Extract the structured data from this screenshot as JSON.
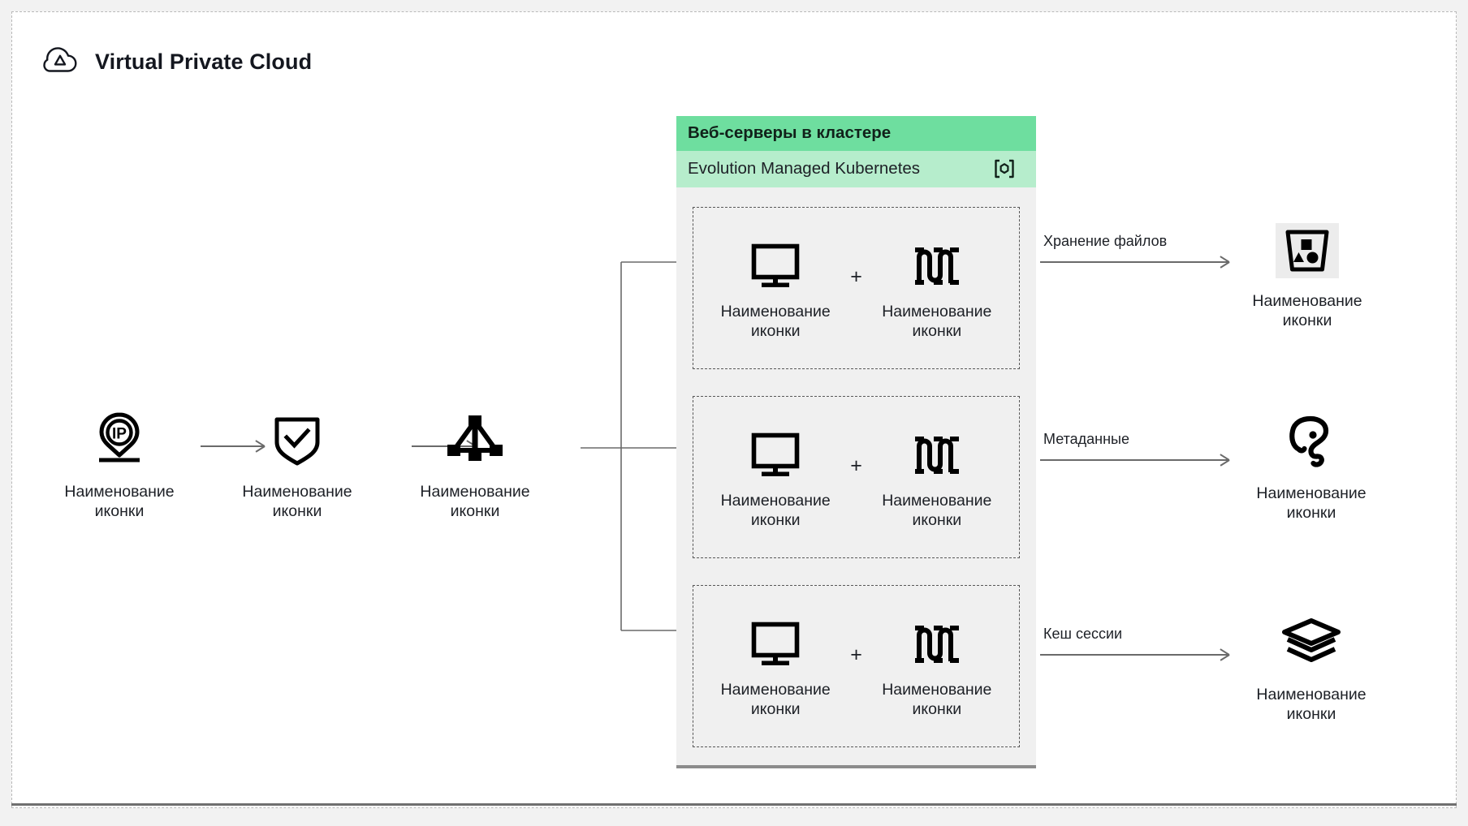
{
  "header": {
    "title": "Virtual Private Cloud",
    "icon": "cloud-triangle-icon"
  },
  "flow": {
    "nodes": [
      {
        "id": "public-ip",
        "icon": "ip-pin-icon",
        "caption": "Наименование\nиконки"
      },
      {
        "id": "firewall",
        "icon": "shield-check-icon",
        "caption": "Наименование\nиконки"
      },
      {
        "id": "load-balancer",
        "icon": "load-balancer-icon",
        "caption": "Наименование\nиконки"
      }
    ]
  },
  "cluster": {
    "title": "Веб-серверы в кластере",
    "service_name": "Evolution Managed Kubernetes",
    "service_icon": "kubernetes-hexagon-icon",
    "title_bar_color": "#6ede9f",
    "service_bar_color": "#b6edcc",
    "pods": [
      {
        "members": [
          {
            "icon": "monitor-icon",
            "caption": "Наименование\nиконки"
          },
          {
            "icon": "database-meander-icon",
            "caption": "Наименование\nиконки"
          }
        ],
        "separator": "+"
      },
      {
        "members": [
          {
            "icon": "monitor-icon",
            "caption": "Наименование\nиконки"
          },
          {
            "icon": "database-meander-icon",
            "caption": "Наименование\nиконки"
          }
        ],
        "separator": "+"
      },
      {
        "members": [
          {
            "icon": "monitor-icon",
            "caption": "Наименование\nиконки"
          },
          {
            "icon": "database-meander-icon",
            "caption": "Наименование\nиконки"
          }
        ],
        "separator": "+"
      }
    ]
  },
  "services": [
    {
      "id": "object-storage",
      "icon": "s3-bucket-icon",
      "arrow_label": "Хранение файлов",
      "caption": "Наименование\nиконки"
    },
    {
      "id": "metadata-db",
      "icon": "postgresql-icon",
      "arrow_label": "Метаданные",
      "caption": "Наименование\nиконки"
    },
    {
      "id": "session-cache",
      "icon": "layers-stack-icon",
      "arrow_label": "Кеш сессии",
      "caption": "Наименование\nиконки"
    }
  ],
  "colors": {
    "page_background": "#f2f2f2",
    "canvas": "#ffffff",
    "accent_green": "#6ede9f",
    "accent_green_light": "#b6edcc",
    "panel_gray": "#f0f0f0",
    "line_gray": "#6a6a6a",
    "ink": "#1d2026"
  }
}
